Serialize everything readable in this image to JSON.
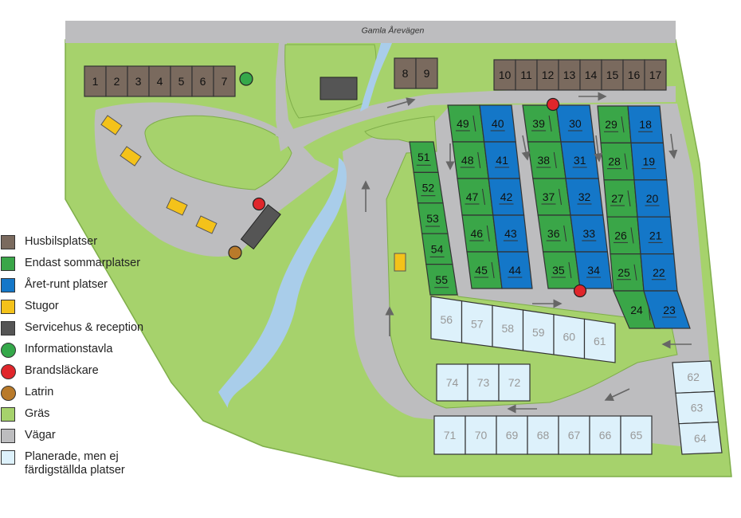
{
  "road_name": "Gamla Årevägen",
  "colors": {
    "grass": "#a6d26c",
    "road": "#bdbdbf",
    "water": "#a9cdea",
    "husbil": "#7a6a5e",
    "summer": "#3aa648",
    "yearround": "#1477c8",
    "cabin": "#f4c21a",
    "service": "#555555",
    "info": "#35a84a",
    "fire": "#e0262b",
    "latrin": "#b97a2a",
    "planned": "#ddf1fb"
  },
  "legend": [
    {
      "label": "Husbilsplatser",
      "color": "#7a6a5e",
      "shape": "square",
      "icon": "husbil-square-icon"
    },
    {
      "label": "Endast sommarplatser",
      "color": "#3aa648",
      "shape": "square",
      "icon": "summer-square-icon"
    },
    {
      "label": "Året-runt platser",
      "color": "#1477c8",
      "shape": "square",
      "icon": "yearround-square-icon"
    },
    {
      "label": "Stugor",
      "color": "#f4c21a",
      "shape": "square",
      "icon": "cabin-square-icon"
    },
    {
      "label": "Servicehus & reception",
      "color": "#555555",
      "shape": "square",
      "icon": "service-square-icon"
    },
    {
      "label": "Informationstavla",
      "color": "#35a84a",
      "shape": "circle",
      "icon": "info-circle-icon"
    },
    {
      "label": "Brandsläckare",
      "color": "#e0262b",
      "shape": "circle",
      "icon": "fire-circle-icon"
    },
    {
      "label": "Latrin",
      "color": "#b97a2a",
      "shape": "circle",
      "icon": "latrin-circle-icon"
    },
    {
      "label": "Gräs",
      "color": "#a6d26c",
      "shape": "square",
      "icon": "grass-square-icon"
    },
    {
      "label": "Vägar",
      "color": "#bdbdbf",
      "shape": "square",
      "icon": "road-square-icon"
    },
    {
      "label": "Planerade, men ej\nfärdigställda platser",
      "color": "#ddf1fb",
      "shape": "square",
      "icon": "planned-square-icon"
    }
  ],
  "husbil_west": [
    "1",
    "2",
    "3",
    "4",
    "5",
    "6",
    "7"
  ],
  "husbil_mid": [
    "8",
    "9"
  ],
  "husbil_east": [
    "10",
    "11",
    "12",
    "13",
    "14",
    "15",
    "16",
    "17"
  ],
  "block_c": {
    "green": [
      "29",
      "28",
      "27",
      "26",
      "25",
      "24"
    ],
    "blue": [
      "18",
      "19",
      "20",
      "21",
      "22",
      "23"
    ]
  },
  "block_b": {
    "green": [
      "39",
      "38",
      "37",
      "36",
      "35"
    ],
    "blue": [
      "30",
      "31",
      "32",
      "33",
      "34"
    ]
  },
  "block_a": {
    "green": [
      "49",
      "48",
      "47",
      "46",
      "45"
    ],
    "blue": [
      "40",
      "41",
      "42",
      "43",
      "44"
    ]
  },
  "column_w": [
    "51",
    "52",
    "53",
    "54",
    "55"
  ],
  "planned_row_a": [
    "56",
    "57",
    "58",
    "59",
    "60",
    "61"
  ],
  "planned_row_b": [
    "74",
    "73",
    "72"
  ],
  "planned_row_c": [
    "71",
    "70",
    "69",
    "68",
    "67",
    "66",
    "65"
  ],
  "planned_col_e": [
    "62",
    "63",
    "64"
  ]
}
